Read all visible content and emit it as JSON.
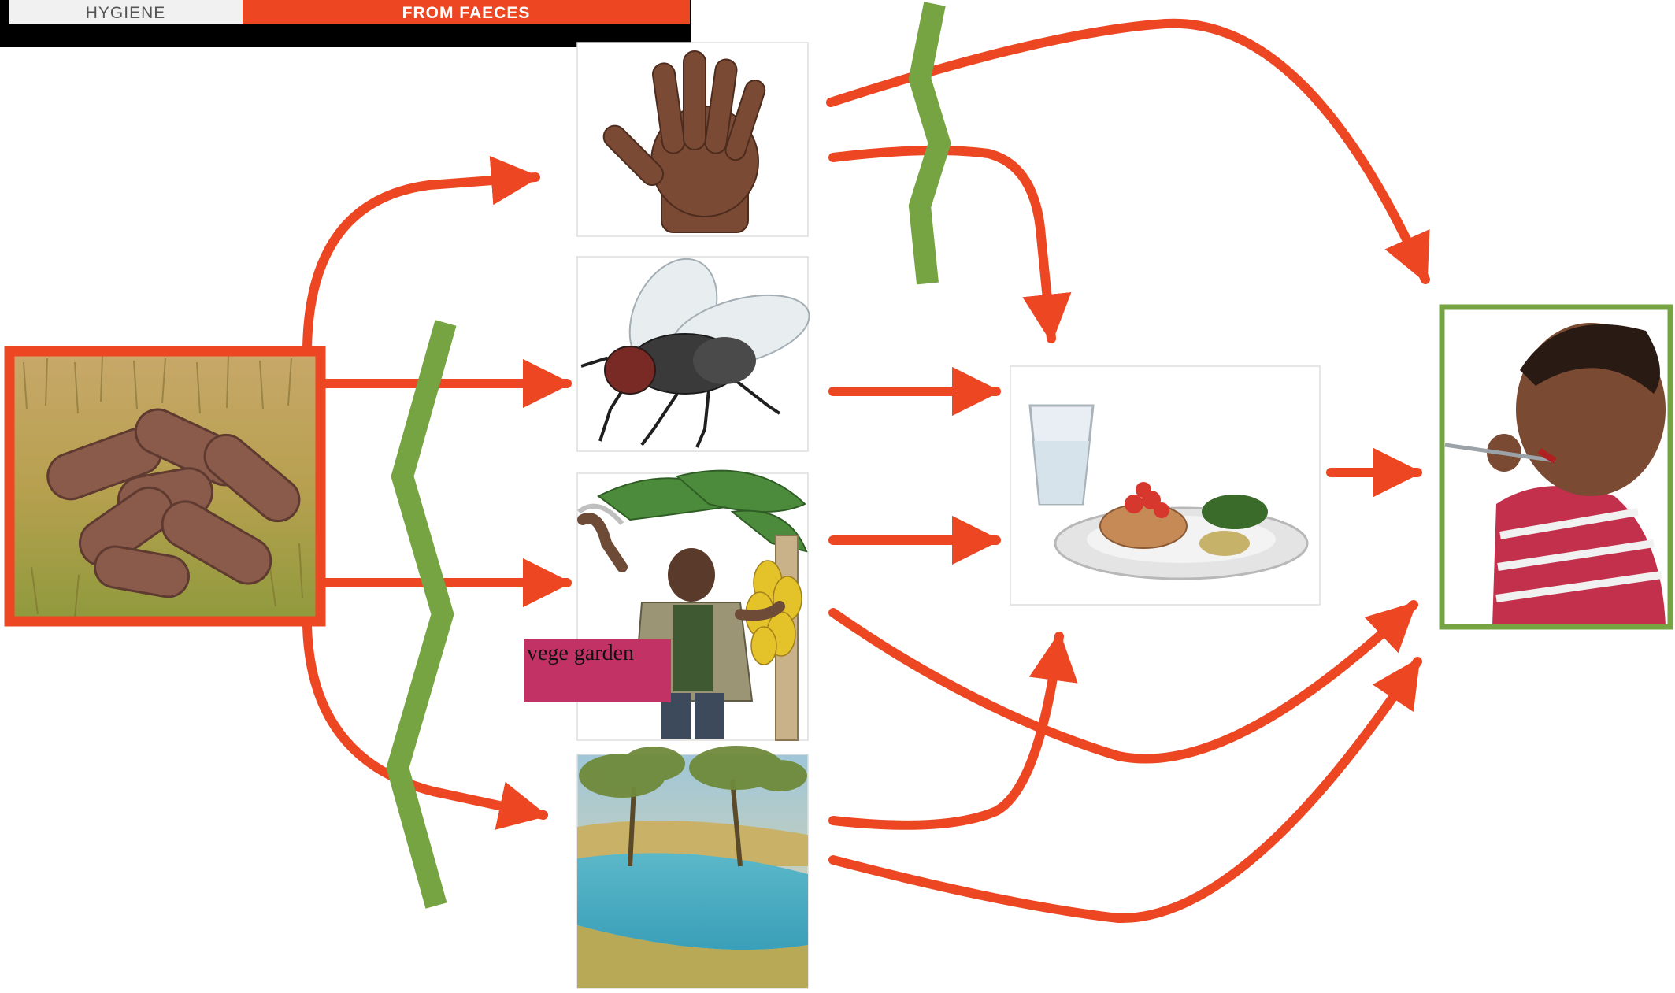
{
  "header": {
    "left_tab_label": "HYGIENE",
    "right_tab_label": "FROM FAECES"
  },
  "diagram": {
    "source_node": "faeces-image",
    "route_nodes": [
      "hand-image",
      "fly-image",
      "farmer-banana-image",
      "river-image"
    ],
    "food_node": "food-plate-image",
    "target_node": "child-eating-image",
    "label_box_text": "vege garden",
    "colors": {
      "arrow": "#ec4623",
      "barrier": "#77a443",
      "source_border": "#ec4623",
      "target_border": "#77a443",
      "label_bg": "#c23264",
      "tab_active": "#ec4623",
      "tab_inactive": "#f1f1f1"
    }
  }
}
